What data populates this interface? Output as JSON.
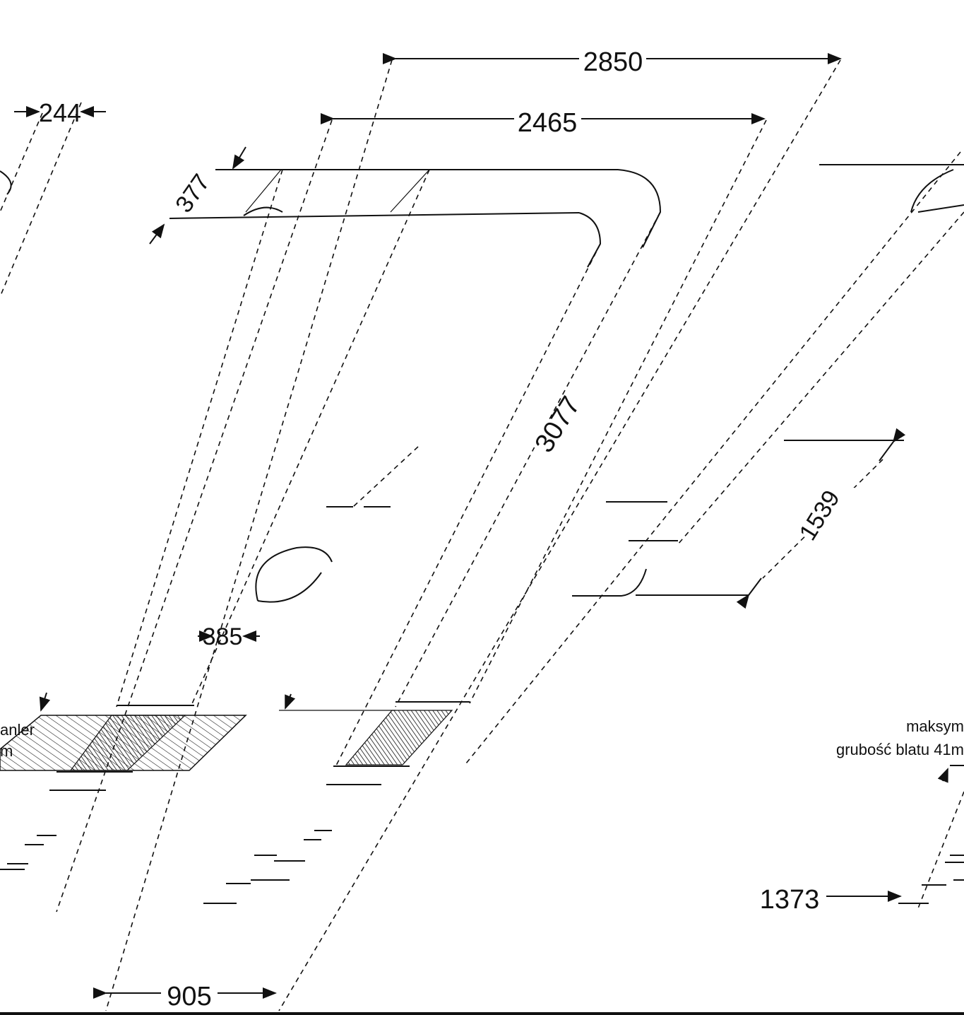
{
  "drawing": {
    "title": "",
    "dimensions": {
      "d2850": "2850",
      "d2465": "2465",
      "d244": "244",
      "d377": "377",
      "d3077": "3077",
      "d1539": "1539",
      "d385": "385",
      "d905": "905",
      "d1373": "1373"
    },
    "notes": {
      "left_line1": "anler",
      "left_line2": "m",
      "right_line1": "maksym",
      "right_line2": "grubość blatu 41m"
    }
  }
}
